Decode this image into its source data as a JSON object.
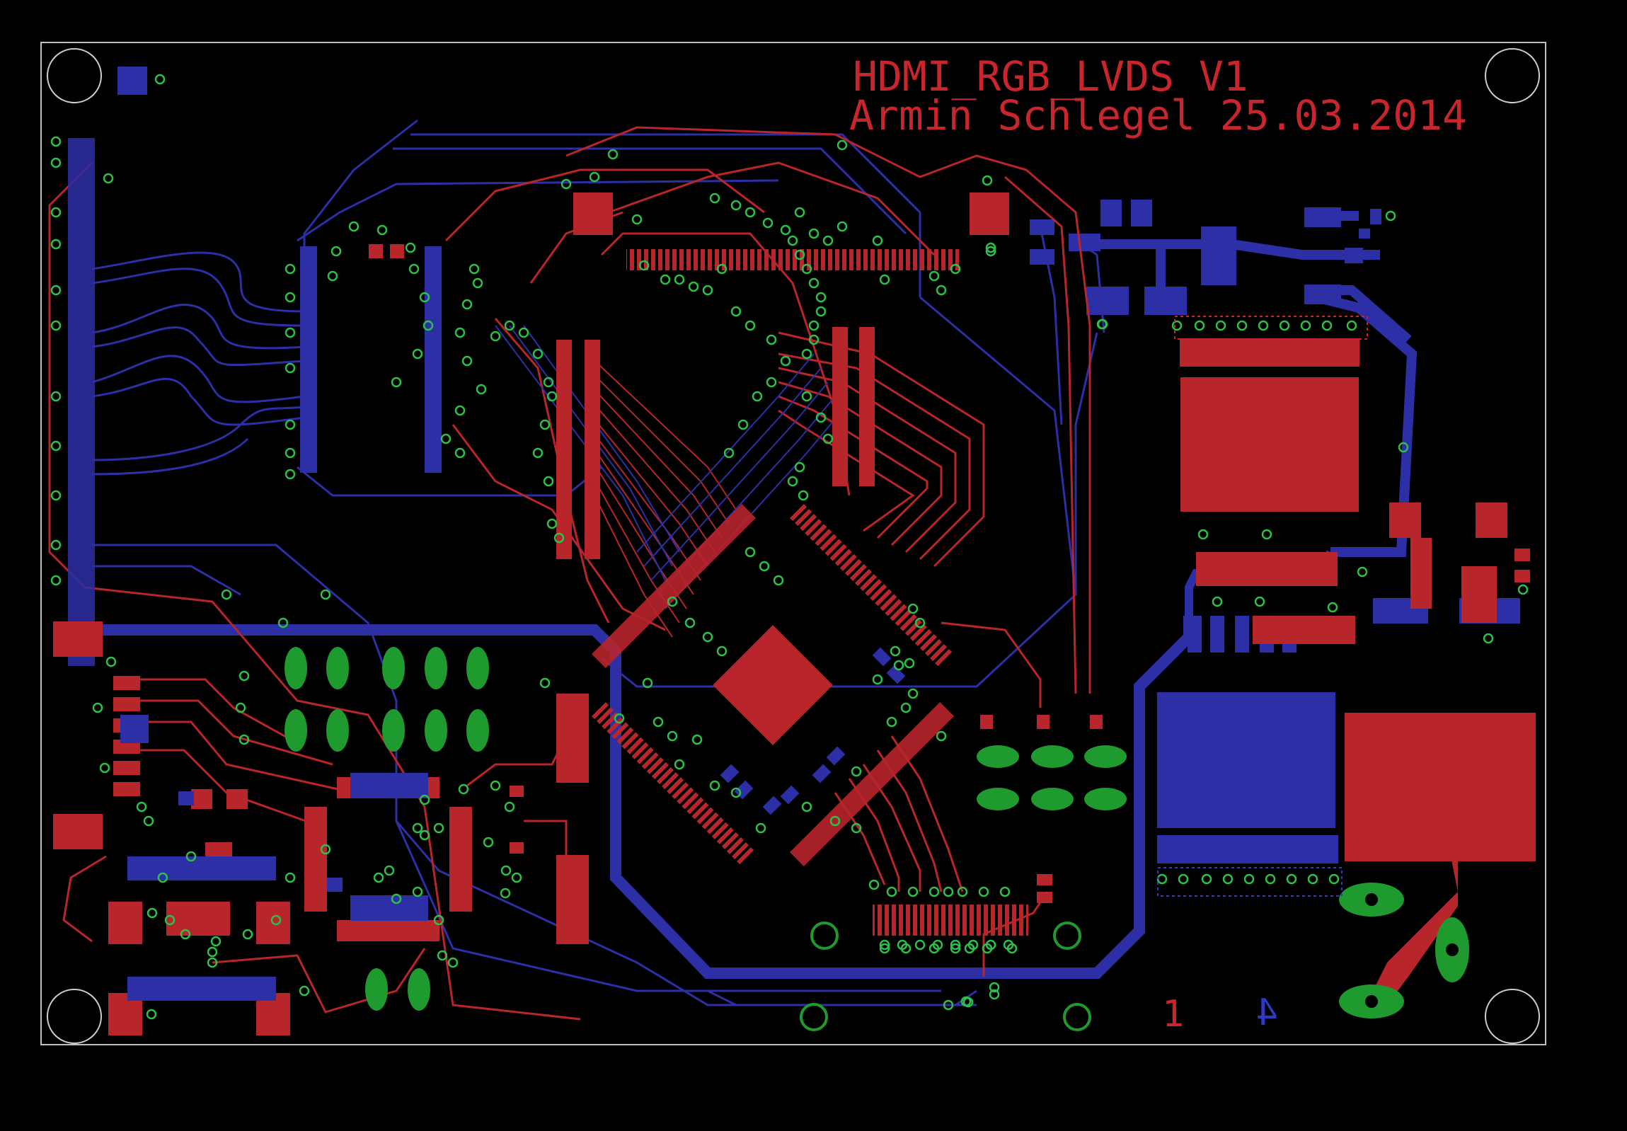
{
  "board": {
    "title": "HDMI_RGB_LVDS V1",
    "author_line": "Armin Schlegel 25.03.2014",
    "layer_labels": [
      "1",
      "4"
    ]
  },
  "colors": {
    "background": "#000000",
    "outline": "#bfbfbf",
    "top_copper": "#b8252b",
    "bottom_copper": "#2d2fa6",
    "via_ring": "#2cbf4a",
    "pad_green": "#1f9a2e",
    "silk_red": "#c8262c",
    "silk_blue": "#3039c0"
  },
  "icons": {
    "mounting_hole": "circle-outline",
    "via": "small-green-ring",
    "ic_package": "qfp-rotated"
  }
}
